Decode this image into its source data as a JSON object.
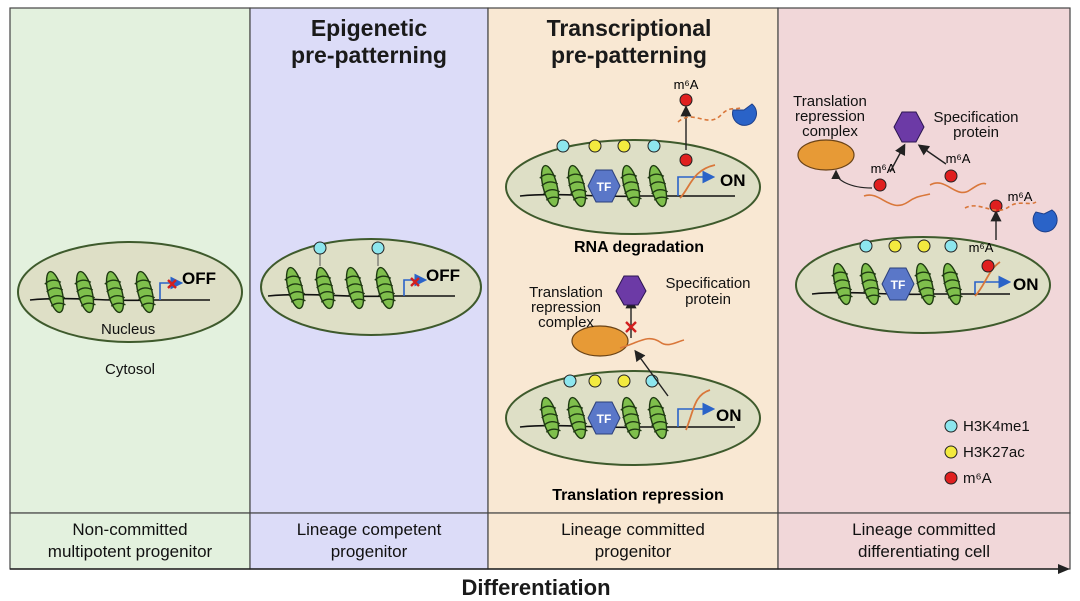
{
  "colors": {
    "panel1": "#e3f1de",
    "panel2": "#dcdcf8",
    "panel3": "#f9e8d3",
    "panel4": "#f1d7d9",
    "cell_fill": "#dedfc6",
    "cell_stroke": "#3e5a2c",
    "histone": "#7fbf4c",
    "tf": "#5a77c8",
    "h3k4me1": "#8de6ee",
    "h3k27ac": "#f3ea3f",
    "m6a": "#e01f1f",
    "repression_complex": "#e79a36",
    "specification_protein": "#6c3aa6",
    "degrader": "#2a63c8",
    "mrna": "#d9773a"
  },
  "headers": {
    "epigenetic": [
      "Epigenetic",
      "pre-patterning"
    ],
    "transcriptional": [
      "Transcriptional",
      "pre-patterning"
    ]
  },
  "labels": {
    "off": "OFF",
    "on": "ON",
    "nucleus": "Nucleus",
    "cytosol": "Cytosol",
    "tf": "TF",
    "m6a": "m⁶A",
    "rna_degradation": "RNA degradation",
    "translation_repression": "Translation repression",
    "translation_repression_complex": [
      "Translation",
      "repression",
      "complex"
    ],
    "specification_protein": [
      "Specification",
      "protein"
    ]
  },
  "legend": [
    "H3K4me1",
    "H3K27ac",
    "m⁶A"
  ],
  "stages": [
    [
      "Non-committed",
      "multipotent progenitor"
    ],
    [
      "Lineage competent",
      "progenitor"
    ],
    [
      "Lineage committed",
      "progenitor"
    ],
    [
      "Lineage committed",
      "differentiating cell"
    ]
  ],
  "axis_label": "Differentiation"
}
